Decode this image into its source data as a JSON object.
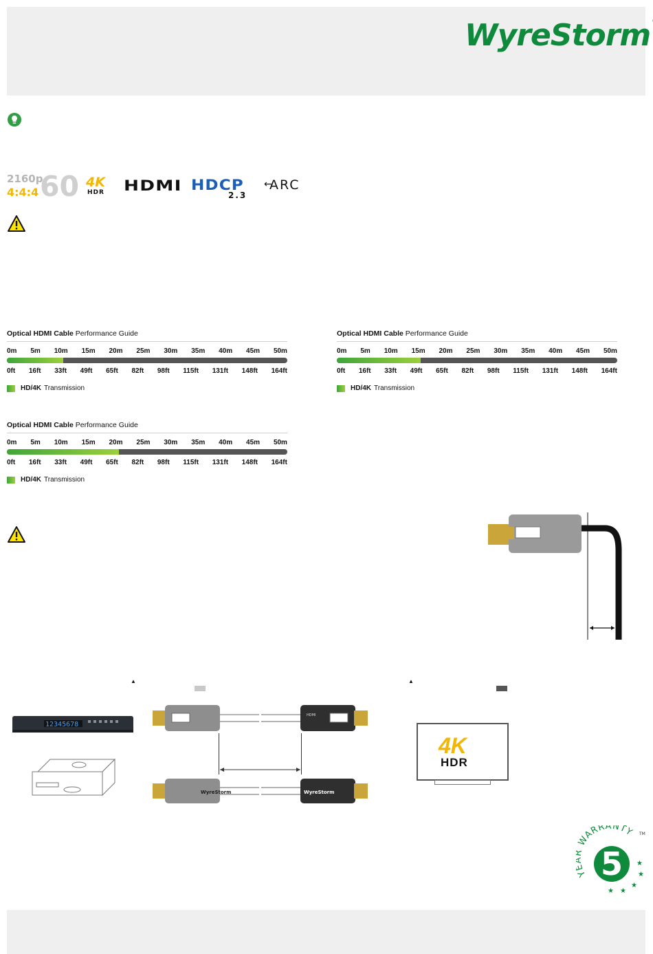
{
  "header": {
    "brand": "WyreStorm",
    "registered": "®"
  },
  "badges": {
    "resolution": "2160p",
    "chroma": "4:4:4",
    "framerate": "60",
    "fourk": "4K",
    "hdr": "HDR",
    "hdmi": "HDMI",
    "hdcp": "HDCP",
    "hdcp_version": "2.3",
    "arc": "ARC"
  },
  "icons": {
    "tip": "lightbulb-icon",
    "warning": "warning-triangle-icon",
    "up": "caret-up-icon"
  },
  "guides": [
    {
      "title_bold": "Optical HDMI Cable",
      "title_rest": "Performance Guide",
      "meters": [
        "0m",
        "5m",
        "10m",
        "15m",
        "20m",
        "25m",
        "30m",
        "35m",
        "40m",
        "45m",
        "50m"
      ],
      "feet": [
        "0ft",
        "16ft",
        "33ft",
        "49ft",
        "65ft",
        "82ft",
        "98ft",
        "115ft",
        "131ft",
        "148ft",
        "164ft"
      ],
      "coverage_m": 10,
      "max_m": 50,
      "legend_bold": "HD/4K",
      "legend_rest": "Transmission"
    },
    {
      "title_bold": "Optical HDMI Cable",
      "title_rest": "Performance Guide",
      "meters": [
        "0m",
        "5m",
        "10m",
        "15m",
        "20m",
        "25m",
        "30m",
        "35m",
        "40m",
        "45m",
        "50m"
      ],
      "feet": [
        "0ft",
        "16ft",
        "33ft",
        "49ft",
        "65ft",
        "82ft",
        "98ft",
        "115ft",
        "131ft",
        "148ft",
        "164ft"
      ],
      "coverage_m": 15,
      "max_m": 50,
      "legend_bold": "HD/4K",
      "legend_rest": "Transmission"
    },
    {
      "title_bold": "Optical HDMI Cable",
      "title_rest": "Performance Guide",
      "meters": [
        "0m",
        "5m",
        "10m",
        "15m",
        "20m",
        "25m",
        "30m",
        "35m",
        "40m",
        "45m",
        "50m"
      ],
      "feet": [
        "0ft",
        "16ft",
        "33ft",
        "49ft",
        "65ft",
        "82ft",
        "98ft",
        "115ft",
        "131ft",
        "148ft",
        "164ft"
      ],
      "coverage_m": 20,
      "max_m": 50,
      "legend_bold": "HD/4K",
      "legend_rest": "Transmission"
    }
  ],
  "connectors": {
    "brand": "WyreStorm",
    "hdmi": "HDMI"
  },
  "display": {
    "fourk": "4K",
    "hdr": "HDR"
  },
  "warranty": {
    "text": "YEAR WARRANTY",
    "years": "5",
    "tm": "TM"
  },
  "colors": {
    "brand_green": "#0f8a3c",
    "band_grey": "#efefef",
    "bar_grey": "#555555",
    "hdcp_blue": "#1a5eb8",
    "gold": "#f2b705"
  }
}
